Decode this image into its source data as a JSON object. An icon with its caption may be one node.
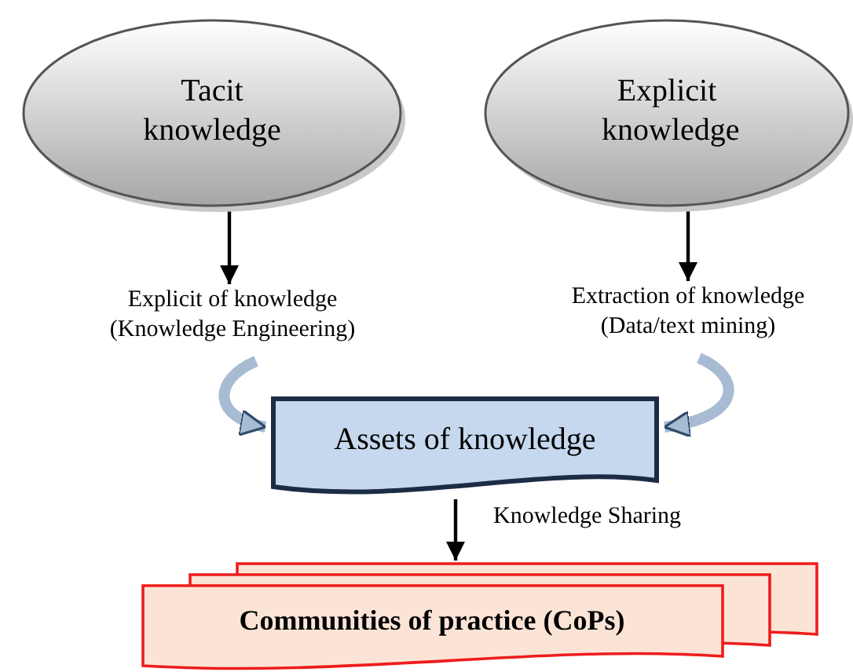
{
  "diagram": {
    "nodes": [
      {
        "text": [
          "Tacit knowledge"
        ]
      },
      {
        "text": [
          "Explicit knowledge"
        ]
      },
      {
        "text": [
          "Explicit of knowledge (Knowledge Engineering)"
        ]
      },
      {
        "text": [
          "Extraction of knowledge (Data/text mining)"
        ]
      },
      {
        "text": [
          "Assets of knowledge"
        ]
      },
      {
        "text": [
          "Communities of practice (CoPs)"
        ]
      }
    ],
    "edges": [
      {
        "from": 0,
        "to": 2,
        "arrow": "to"
      },
      {
        "from": 1,
        "to": 3,
        "arrow": "to"
      },
      {
        "from": 2,
        "to": 4,
        "arrow": "to",
        "style": "thick",
        "color": "#a7bbd3"
      },
      {
        "from": 3,
        "to": 4,
        "arrow": "to",
        "style": "thick",
        "color": "#a7bbd3"
      },
      {
        "from": 4,
        "to": 5,
        "arrow": "to",
        "label": "Knowledge Sharing"
      }
    ]
  }
}
